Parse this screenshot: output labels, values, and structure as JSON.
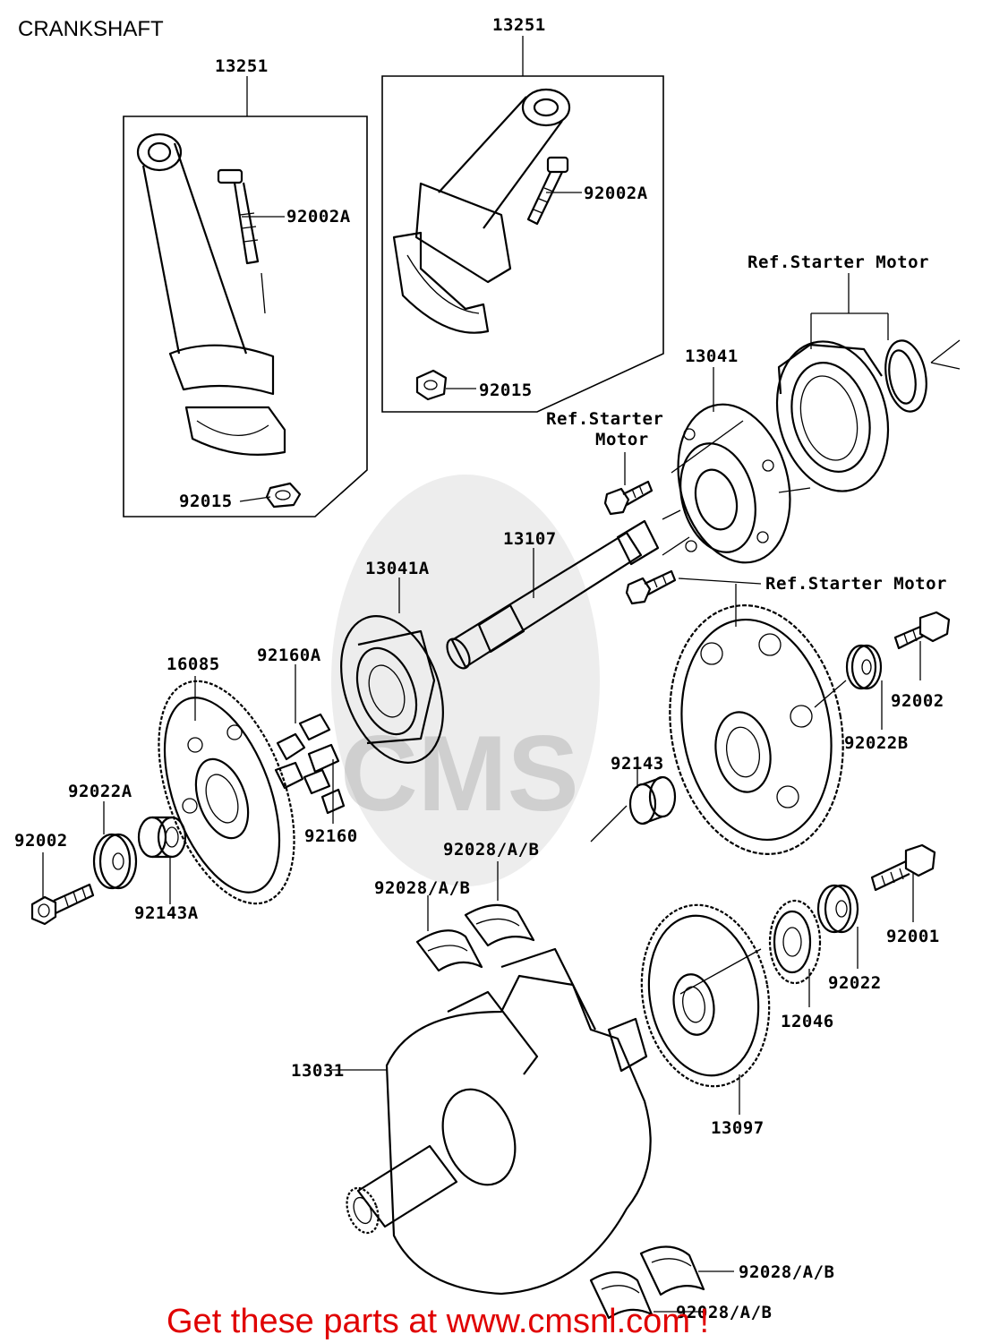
{
  "title": "CRANKSHAFT",
  "watermark": "CMS",
  "footer": "Get these parts at www.cmsnl.com !",
  "colors": {
    "footer": "#e00000",
    "lines": "#000000",
    "background": "#ffffff"
  },
  "labels": {
    "conrod_left": "13251",
    "conrod_right": "13251",
    "bolt_left": "92002A",
    "bolt_right": "92002A",
    "nut_left": "92015",
    "nut_right": "92015",
    "ref_starter_top": "Ref.Starter Motor",
    "ref_starter_mid_1": "Ref.Starter",
    "ref_starter_mid_2": "Motor",
    "ref_starter_right": "Ref.Starter Motor",
    "housing": "13041",
    "shaft": "13107",
    "housing_a": "13041A",
    "damper_a": "92160A",
    "gear_16085": "16085",
    "washer_92022a": "92022A",
    "bolt_92002_left": "92002",
    "collar_92143a": "92143A",
    "damper": "92160",
    "collar_92143": "92143",
    "bearing_mid": "92028/A/B",
    "bearing_upper": "92028/A/B",
    "bolt_92002_right": "92002",
    "washer_92022b": "92022B",
    "bolt_92001": "92001",
    "washer_92022": "92022",
    "gear_12046": "12046",
    "crankshaft": "13031",
    "gear_13097": "13097",
    "bearing_low_1": "92028/A/B",
    "bearing_low_2": "92028/A/B"
  }
}
